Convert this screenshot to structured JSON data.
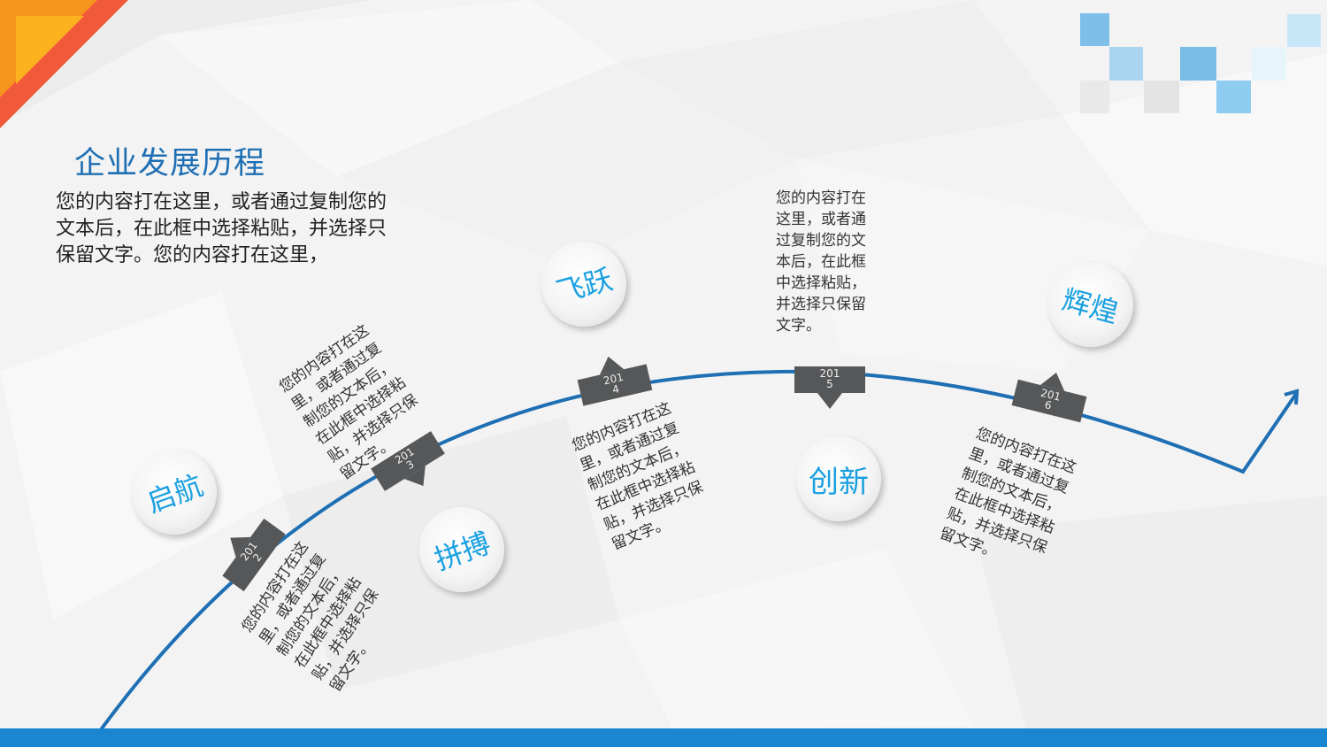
{
  "title": "企业发展历程",
  "intro": "您的内容打在这里，或者通过复制您的文本后，在此框中选择粘贴，并选择只保留文字。您的内容打在这里，",
  "milestones": [
    {
      "label": "启航"
    },
    {
      "label": "拼搏"
    },
    {
      "label": "飞跃"
    },
    {
      "label": "创新"
    },
    {
      "label": "辉煌"
    }
  ],
  "descriptions": [
    "您的内容打在这\n里，或者通过复\n制您的文本后，\n在此框中选择粘\n贴，并选择只保\n留文字。",
    "您的内容打在这\n里，或者通过复\n制您的文本后，\n在此框中选择粘\n贴，并选择只保\n留文字。",
    "您的内容打在这\n里，或者通过复\n制您的文本后，\n在此框中选择粘\n贴，并选择只保\n留文字。",
    "您的内容打在\n这里，或者通\n过复制您的文\n本后，在此框\n中选择粘贴，\n并选择只保留\n文字。",
    "您的内容打在这\n里，或者通过复\n制您的文本后，\n在此框中选择粘\n贴，并选择只保\n留文字。"
  ],
  "year_tags": [
    "201\n2",
    "201\n3",
    "201\n4",
    "201\n5",
    "201\n6"
  ],
  "colors": {
    "accent": "#1e6fb3",
    "milestone_text": "#1aa0e0",
    "tag": "#555759",
    "bar": "#1a86d1"
  }
}
